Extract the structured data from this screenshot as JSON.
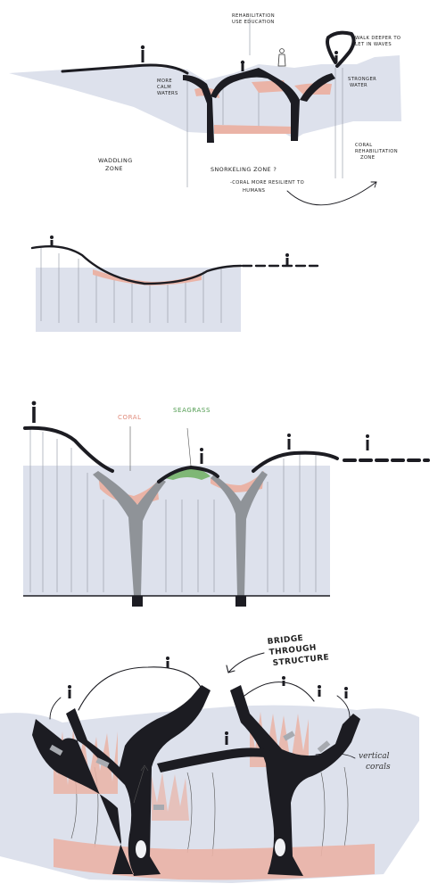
{
  "section1": {
    "labels": {
      "rehabilitation": [
        "REHABILITATION",
        "USE EDUCATION"
      ],
      "walk_deeper": [
        "WALK DEEPER TO",
        "LET IN WAVES"
      ],
      "calm_waters": [
        "MORE",
        "CALM",
        "WATERS"
      ],
      "stronger_water": [
        "STRONGER",
        "WATER"
      ],
      "wadding_zone": [
        "WADDLING",
        "ZONE"
      ],
      "snorkeling_zone": "SNORKELING ZONE ?",
      "coral_resilient": [
        "-CORAL MORE RESILIENT TO",
        "HUMANS"
      ],
      "coral_rehab_zone": [
        "CORAL",
        "REHABILITATION",
        "ZONE"
      ]
    }
  },
  "section3": {
    "coral_label": "CORAL",
    "seagrass_label": "SEAGRASS"
  },
  "section4": {
    "bridge_label": [
      "BRIDGE",
      "THROUGH",
      "STRUCTURE"
    ],
    "vertical_corals_label": [
      "vertical",
      "corals"
    ]
  },
  "colors": {
    "water": "#dde1ec",
    "structure": "#1c1c22",
    "coral": "#eab3a6",
    "seagrass": "#7fb776",
    "coral_text": "#e08a7a",
    "seagrass_text": "#4e9a4e"
  }
}
